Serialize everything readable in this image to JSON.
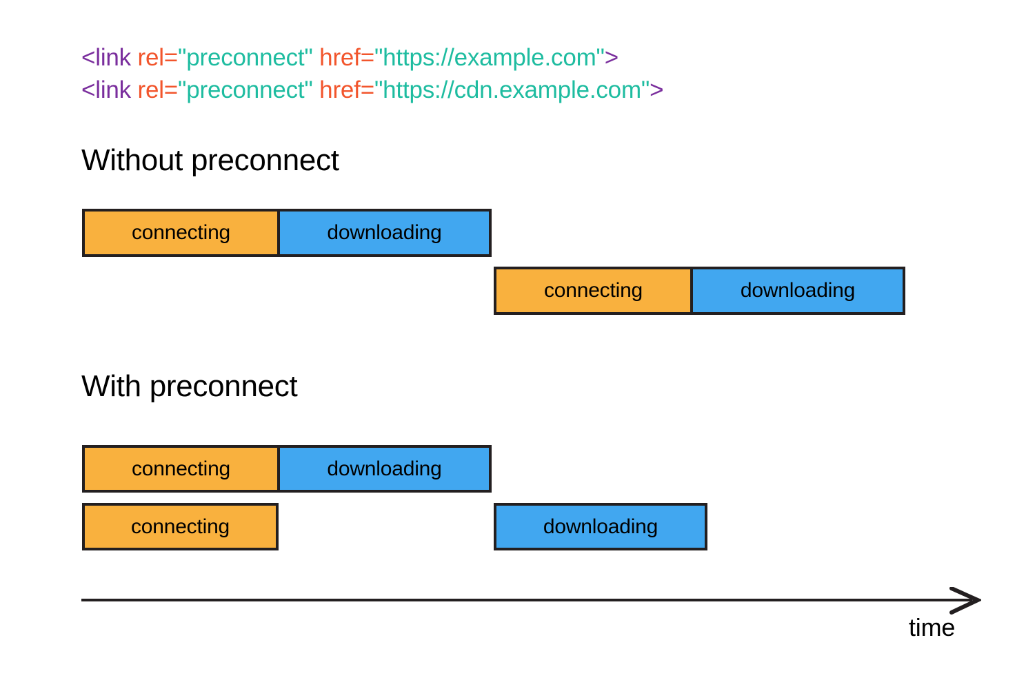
{
  "code": {
    "lines": [
      {
        "tag_open": "<link",
        "attr1": " rel=",
        "string1": "\"preconnect\"",
        "attr2": " href=",
        "string2": "\"https://example.com\"",
        "tag_close": ">"
      },
      {
        "tag_open": "<link",
        "attr1": " rel=",
        "string1": "\"preconnect\"",
        "attr2": " href=",
        "string2": "\"https://cdn.example.com\"",
        "tag_close": ">"
      }
    ],
    "colors": {
      "tag": "#7A2E9D",
      "attribute": "#F2552C",
      "string": "#1EBCA0"
    }
  },
  "sections": [
    {
      "id": "without",
      "heading": "Without preconnect"
    },
    {
      "id": "with",
      "heading": "With preconnect"
    }
  ],
  "labels": {
    "connecting": "connecting",
    "downloading": "downloading",
    "time": "time"
  },
  "colors": {
    "connecting": "#F9B13E",
    "downloading": "#41A7F0",
    "border": "#231f20",
    "axis": "#231f20"
  },
  "chart_data": {
    "type": "bar",
    "title": "Without preconnect vs With preconnect request timeline",
    "xlabel": "time",
    "ylabel": "",
    "grid": false,
    "legend": false,
    "axis_arrow": "right",
    "sections": [
      {
        "heading": "Without preconnect",
        "rows": [
          {
            "row": 1,
            "segments": [
              {
                "label": "connecting",
                "start": 119,
                "end": 404,
                "color": "#F9B13E"
              },
              {
                "label": "downloading",
                "start": 404,
                "end": 713,
                "color": "#41A7F0"
              }
            ]
          },
          {
            "row": 2,
            "segments": [
              {
                "label": "connecting",
                "start": 716,
                "end": 1003,
                "color": "#F9B13E"
              },
              {
                "label": "downloading",
                "start": 1003,
                "end": 1313,
                "color": "#41A7F0"
              }
            ]
          }
        ]
      },
      {
        "heading": "With preconnect",
        "rows": [
          {
            "row": 3,
            "segments": [
              {
                "label": "connecting",
                "start": 119,
                "end": 404,
                "color": "#F9B13E"
              },
              {
                "label": "downloading",
                "start": 404,
                "end": 713,
                "color": "#41A7F0"
              }
            ]
          },
          {
            "row": 4,
            "segments": [
              {
                "label": "connecting",
                "start": 119,
                "end": 404,
                "color": "#F9B13E"
              },
              {
                "label": "downloading",
                "start": 716,
                "end": 1026,
                "color": "#41A7F0"
              }
            ]
          }
        ]
      }
    ]
  }
}
